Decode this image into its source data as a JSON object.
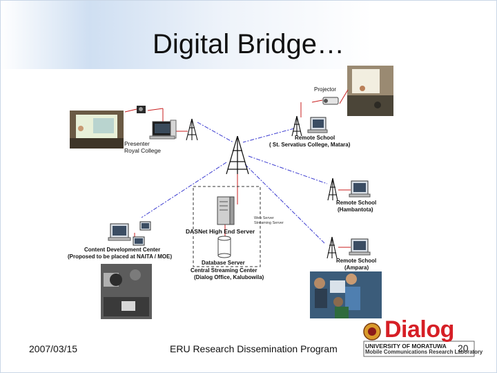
{
  "slide": {
    "title": "Digital Bridge…",
    "footer_date": "2007/03/15",
    "footer_program": "ERU Research Dissemination Program",
    "page_number": "20"
  },
  "diagram": {
    "presenter_label_1": "Presenter",
    "presenter_label_2": "Royal College",
    "projector_label": "Projector",
    "remote_school_1_label_1": "Remote School",
    "remote_school_1_label_2": "( St. Servatius College, Matara)",
    "remote_school_2_label_1": "Remote School",
    "remote_school_2_label_2": "(Hambantota)",
    "remote_school_3_label_1": "Remote School",
    "remote_school_3_label_2": "(Ampara)",
    "web_server_label_1": "Web Server",
    "web_server_label_2": "Streaming Server",
    "dasnet_label": "DASNet High End Server",
    "database_label": "Database Server",
    "central_label_1": "Central Streaming Center",
    "central_label_2": "(Dialog Office, Kalubowila)",
    "content_label_1": "Content Development Center",
    "content_label_2": "(Proposed to be placed at NAITA / MOE)"
  },
  "logo": {
    "brand": "Dialog",
    "subtitle_1": "UNIVERSITY OF MORATUWA",
    "subtitle_2": "Mobile Communications Research Laboratory"
  },
  "colors": {
    "link_blue": "#3a3ad0",
    "link_red": "#c81e1e",
    "dialog_red": "#d61f26"
  }
}
